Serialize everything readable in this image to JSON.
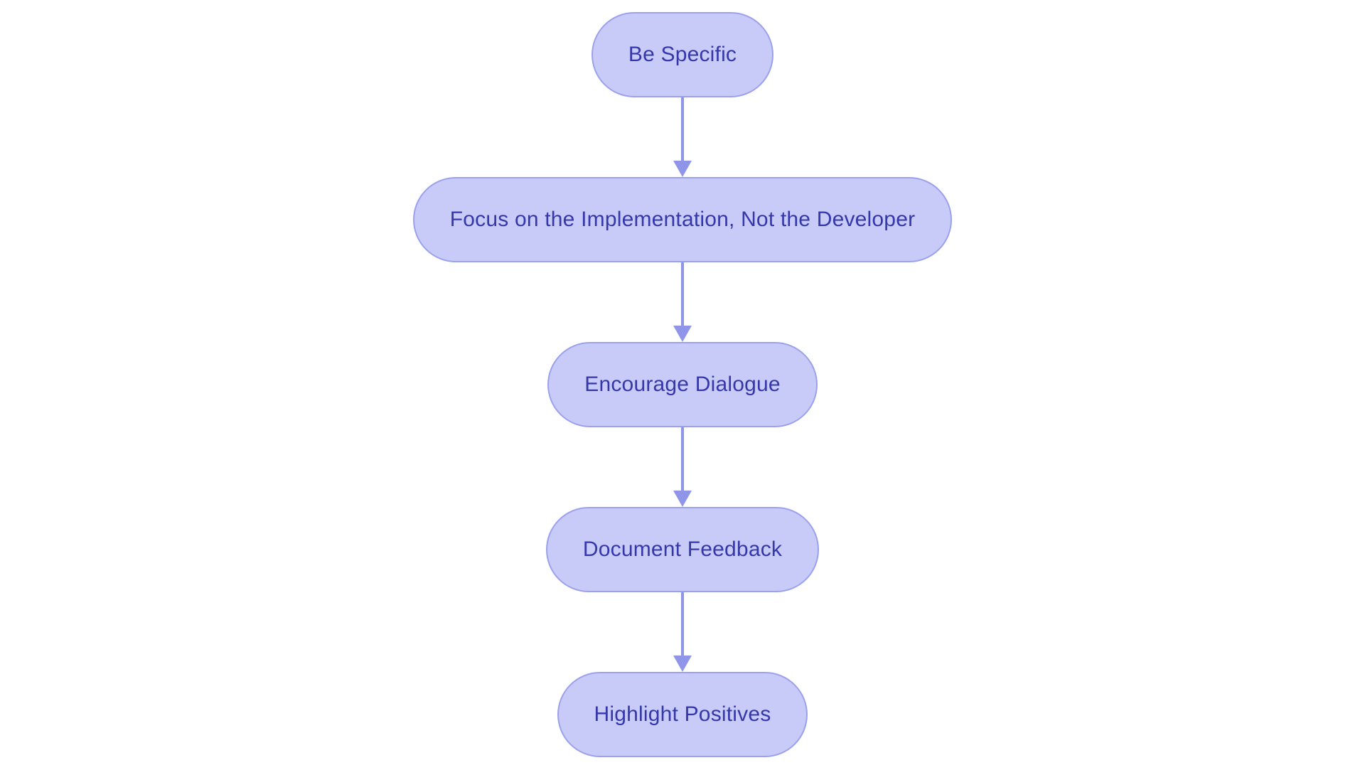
{
  "flowchart": {
    "type": "flowchart",
    "direction": "top-down",
    "nodes": [
      {
        "id": "be-specific",
        "label": "Be Specific"
      },
      {
        "id": "focus-implementation",
        "label": "Focus on the Implementation, Not the Developer"
      },
      {
        "id": "encourage-dialogue",
        "label": "Encourage Dialogue"
      },
      {
        "id": "document-feedback",
        "label": "Document Feedback"
      },
      {
        "id": "highlight-positives",
        "label": "Highlight Positives"
      }
    ],
    "edges": [
      {
        "from": "be-specific",
        "to": "focus-implementation"
      },
      {
        "from": "focus-implementation",
        "to": "encourage-dialogue"
      },
      {
        "from": "encourage-dialogue",
        "to": "document-feedback"
      },
      {
        "from": "document-feedback",
        "to": "highlight-positives"
      }
    ],
    "colors": {
      "background": "#ffffff",
      "node_fill": "#c8cbf8",
      "node_border": "#9ba1ed",
      "node_text": "#3538aa",
      "arrow": "#8f96e9"
    }
  }
}
